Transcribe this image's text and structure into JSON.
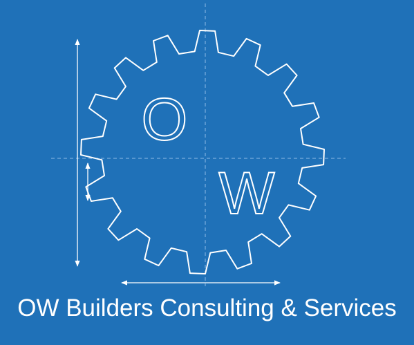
{
  "logo": {
    "letter_top_left": "O",
    "letter_bottom_right": "W",
    "icon": "gear-icon"
  },
  "company_name": "OW Builders Consulting & Services",
  "colors": {
    "background": "#1f71b8",
    "line": "#ffffff",
    "guide": "#8fbce6"
  }
}
